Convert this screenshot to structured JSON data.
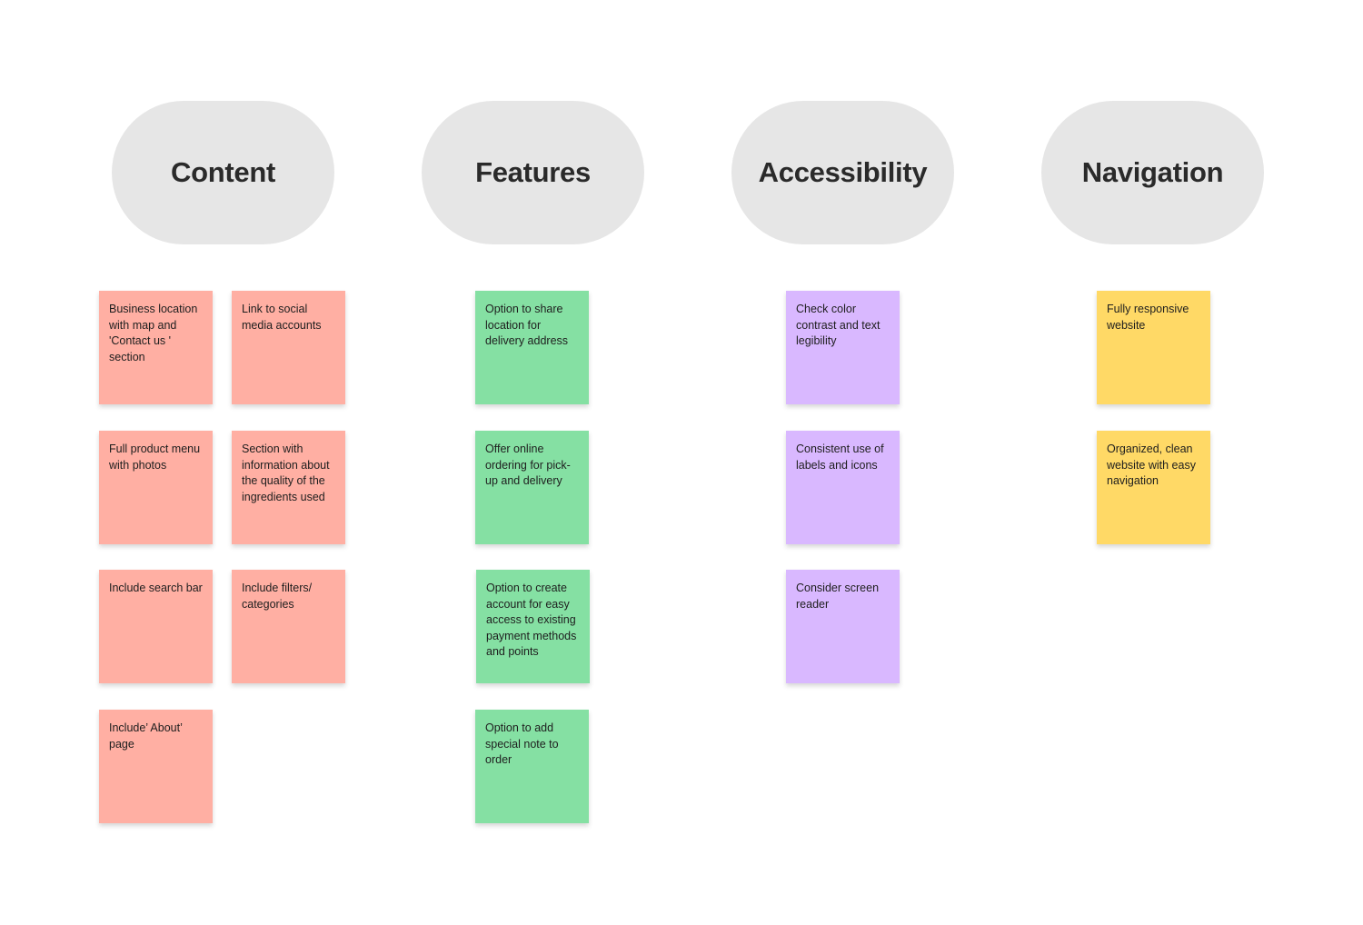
{
  "colors": {
    "content": "#ffafa3",
    "features": "#85e0a3",
    "accessibility": "#d9b8ff",
    "navigation": "#ffd966",
    "category_bg": "#e6e6e6"
  },
  "categories": [
    {
      "title": "Content"
    },
    {
      "title": "Features"
    },
    {
      "title": "Accessibility"
    },
    {
      "title": "Navigation"
    }
  ],
  "notes": {
    "content": [
      "Business location with map and 'Contact us ' section",
      "Link to social media accounts",
      "Full product menu with photos",
      "Section with information about the quality of the ingredients used",
      "Include search bar",
      "Include filters/ categories",
      "Include’ About’ page"
    ],
    "features": [
      "Option to share location for delivery address",
      "Offer online ordering for pick-up and delivery",
      "Option to create account for easy access to existing payment methods and points",
      "Option to add special note to order"
    ],
    "accessibility": [
      "Check color contrast and text legibility",
      "Consistent use of labels and icons",
      "Consider screen reader"
    ],
    "navigation": [
      "Fully responsive website",
      "Organized, clean website with easy navigation"
    ]
  }
}
